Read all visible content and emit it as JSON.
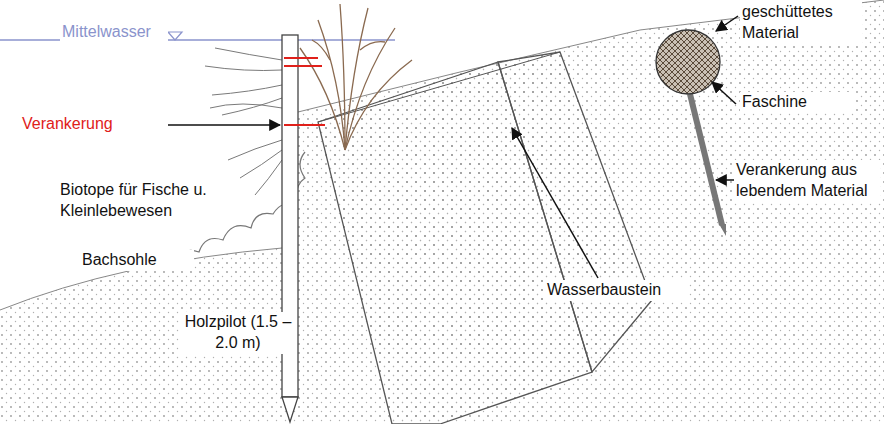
{
  "diagram": {
    "labels": [
      "geschüttetes Material",
      "Mittelwasser",
      "Faschine",
      "Verankerung aus lebendem Material",
      "Verankerung",
      "Biotope für Fische u. Kleinlebewesen",
      "Wasserbaustein",
      "Bachsohle",
      "Holzpilot (1.5 – 2.0 m)"
    ]
  }
}
